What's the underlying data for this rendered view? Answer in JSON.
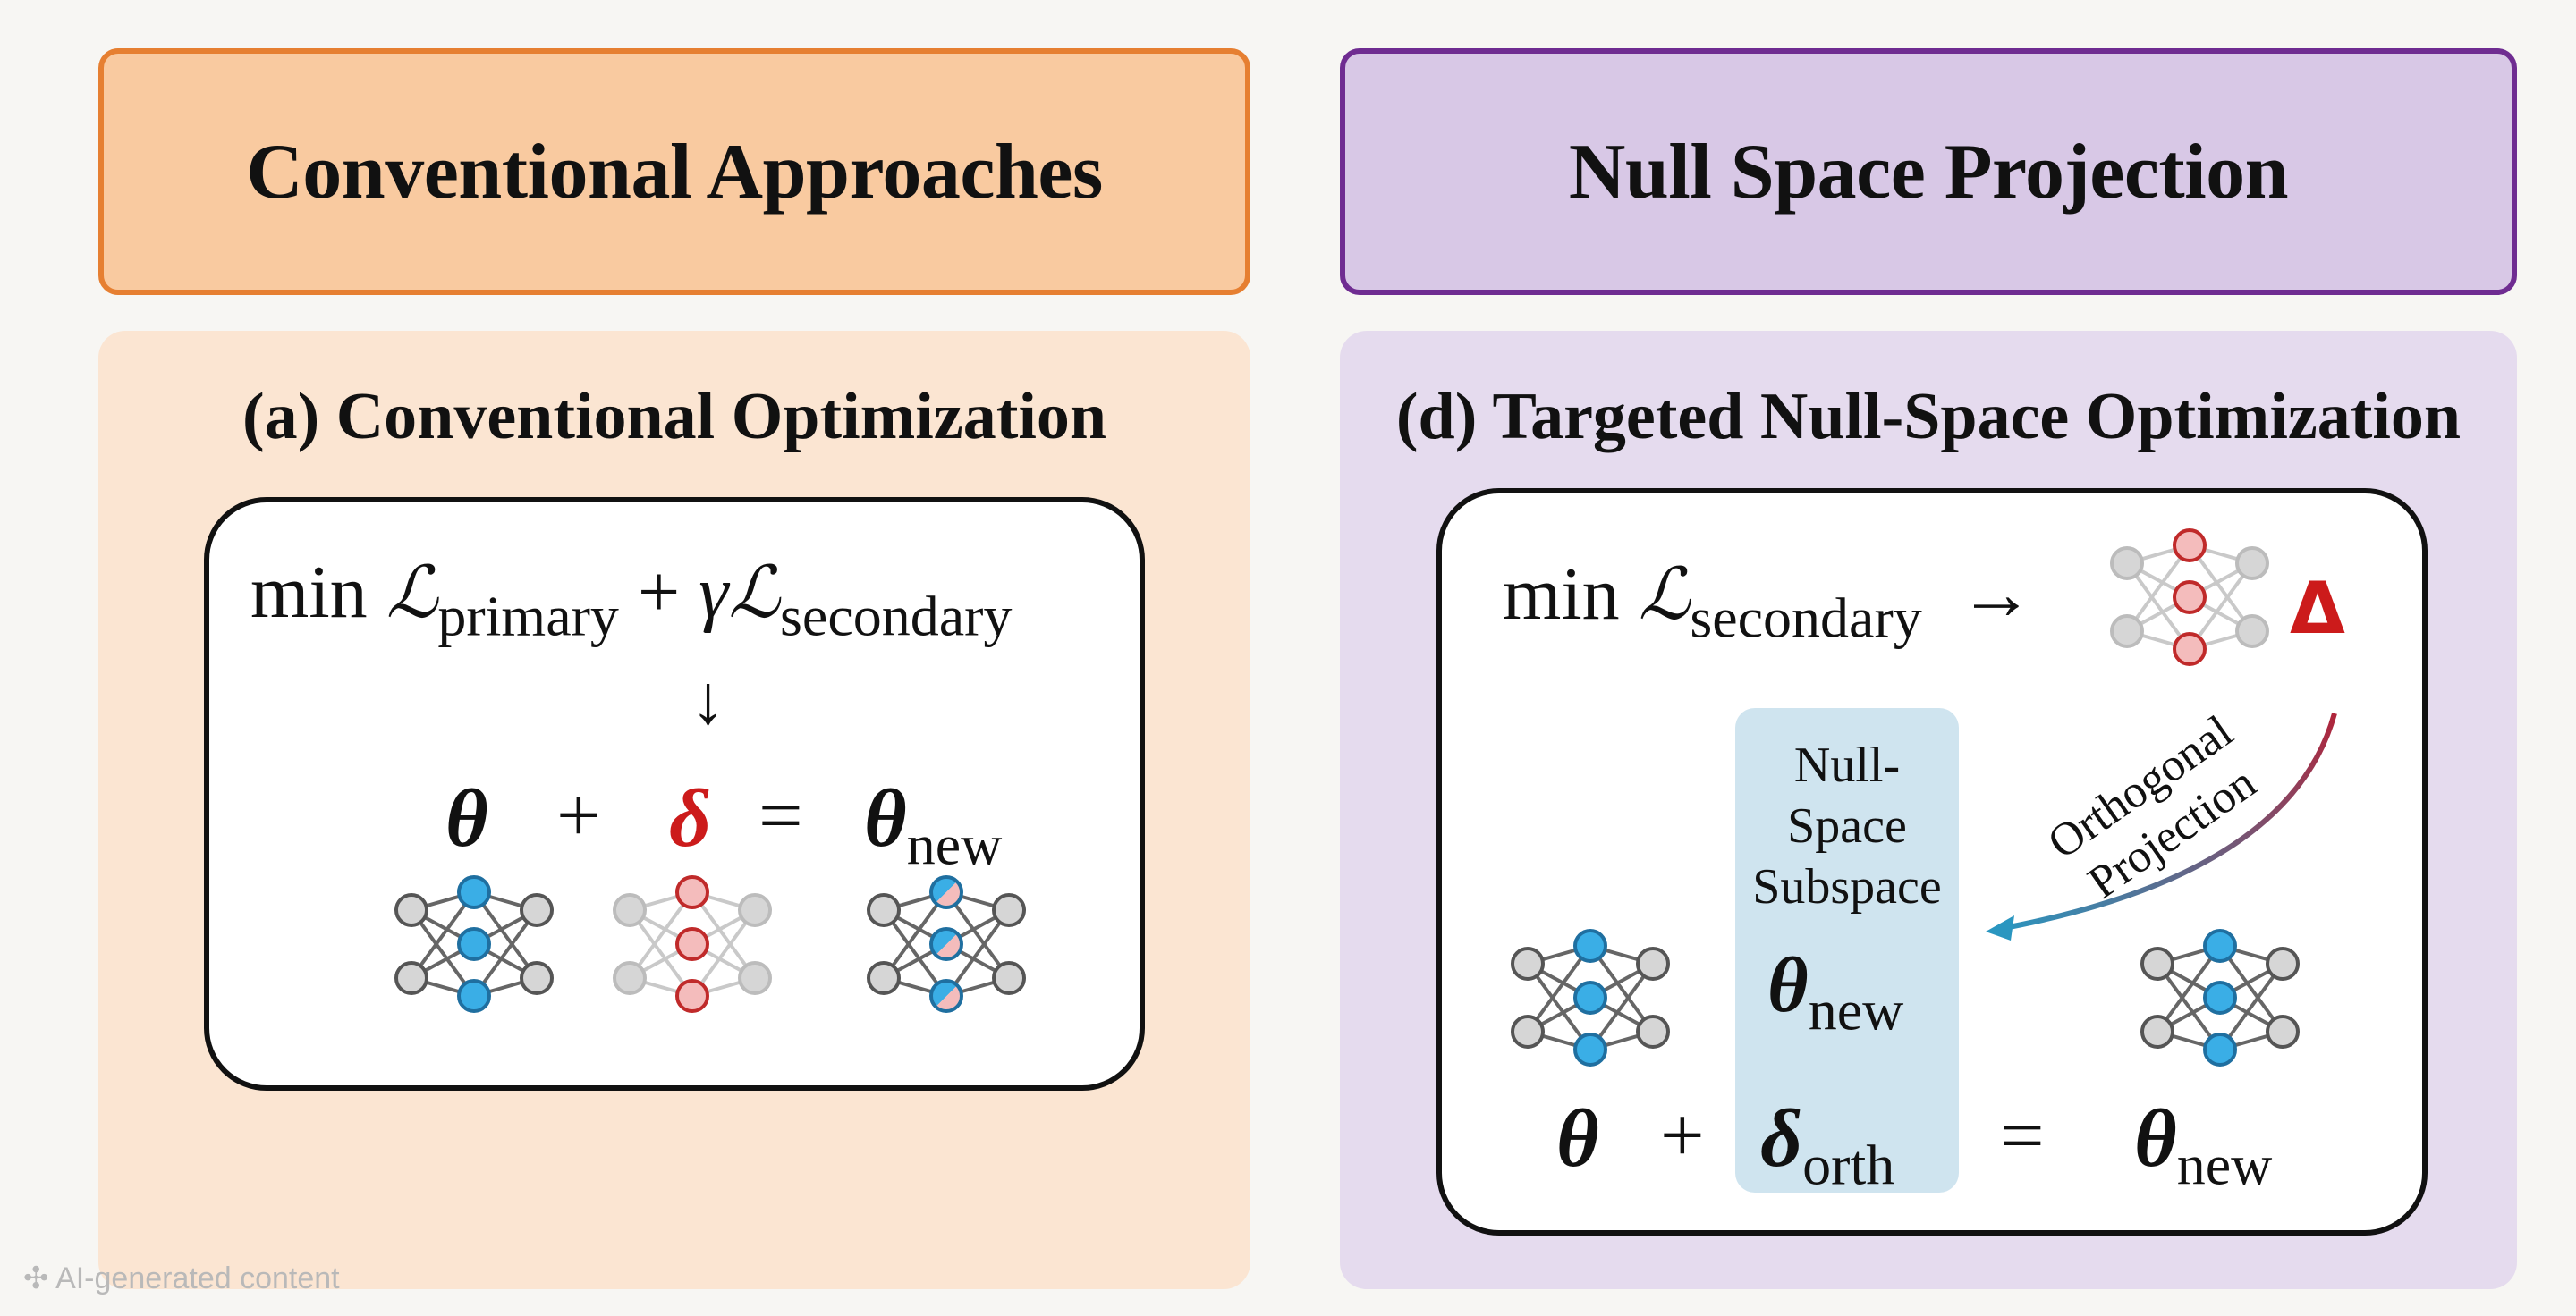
{
  "headers": {
    "left": "Conventional Approaches",
    "right": "Null Space Projection"
  },
  "left_panel": {
    "subtitle": "(a) Conventional Optimization",
    "equation_top": {
      "min": "min",
      "loss1": "ℒ",
      "sub1": "primary",
      "plus": "+",
      "gamma": "γ",
      "loss2": "ℒ",
      "sub2": "secondary"
    },
    "down_arrow": "↓",
    "equation_bottom": {
      "theta": "θ",
      "plus": "+",
      "delta": "δ",
      "equals": "=",
      "theta_new": "θ",
      "new_sub": "new"
    }
  },
  "right_panel": {
    "subtitle": "(d) Targeted Null-Space Optimization",
    "equation_top": {
      "min": "min",
      "loss": "ℒ",
      "sub": "secondary",
      "arrow": "→"
    },
    "delta_symbol": "Δ",
    "projection_label": "Orthogonal Projection",
    "nullspace_box": {
      "lines": [
        "Null-",
        "Space",
        "Subspace"
      ],
      "theta": "θ",
      "theta_sub": "new"
    },
    "equation_bottom": {
      "theta": "θ",
      "plus": "+",
      "delta": "δ",
      "delta_sub": "orth",
      "equals": "=",
      "theta_new": "θ",
      "new_sub": "new"
    }
  },
  "watermark": "AI-generated content",
  "colors": {
    "orange_header_bg": "#f9caa0",
    "orange_border": "#e67f31",
    "purple_header_bg": "#d8c8e6",
    "purple_border": "#6f2c91",
    "blue_node": "#3aaee6",
    "red_node": "#f4bcbc",
    "gray_node": "#d9d9d9",
    "delta_red": "#cc1b1b"
  }
}
